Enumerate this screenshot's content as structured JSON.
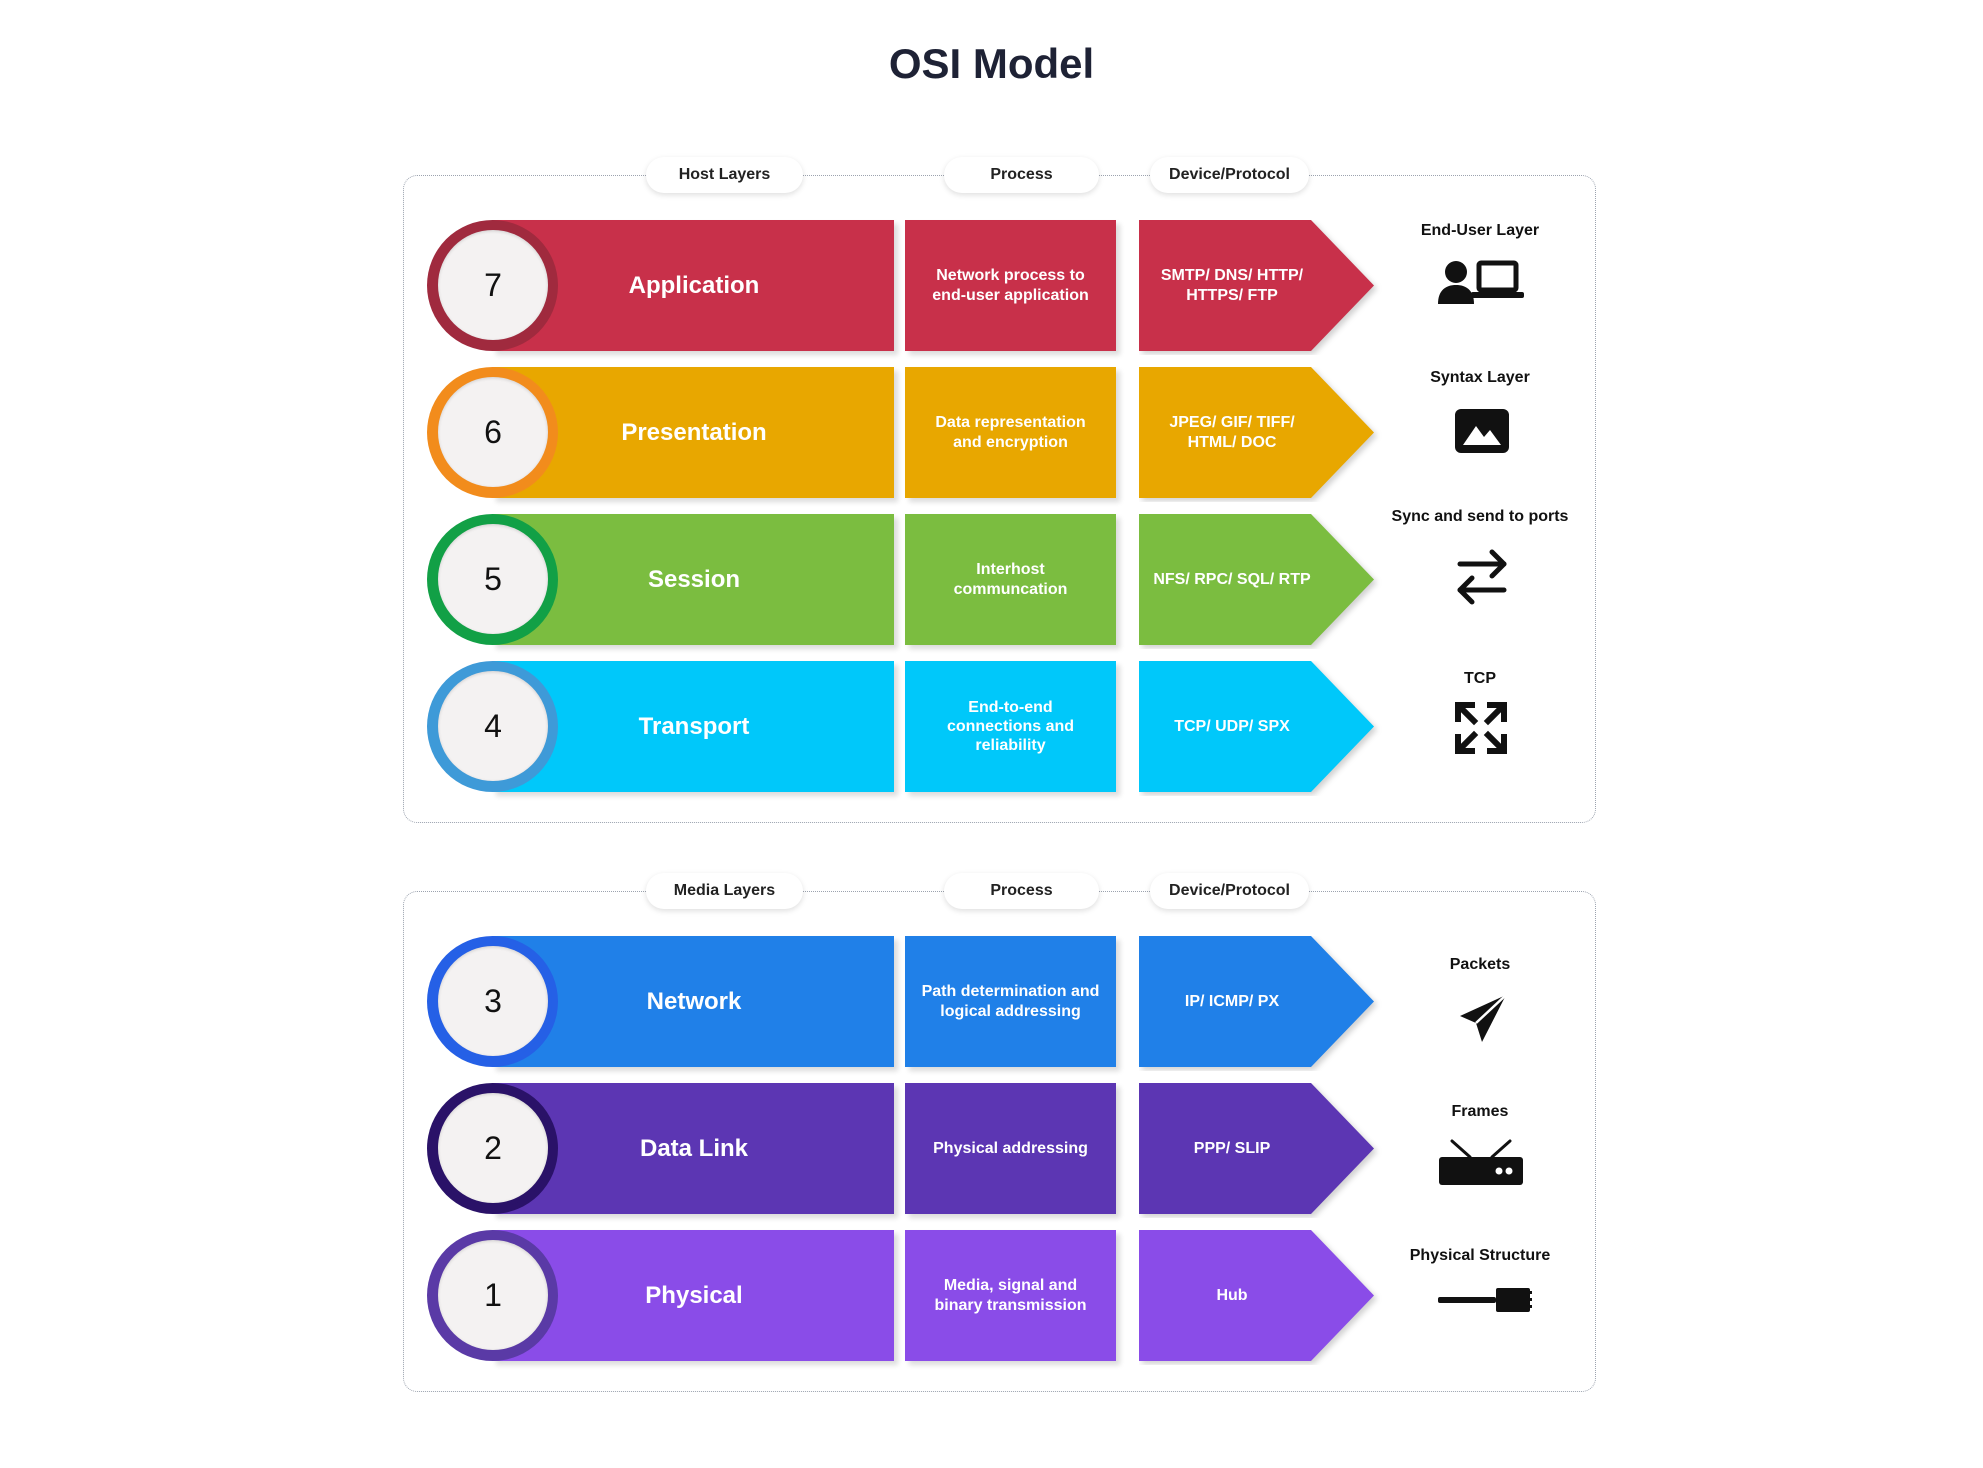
{
  "title": "OSI Model",
  "host_panel": {
    "group_label": "Host Layers",
    "process_label": "Process",
    "device_label": "Device/Protocol",
    "rows": [
      {
        "number": "7",
        "name": "Application",
        "process": "Network process to end-user application",
        "protocol": "SMTP/ DNS/ HTTP/ HTTPS/ FTP",
        "side_label": "End-User Layer",
        "icon": "user-laptop-icon",
        "color": "#c8304a",
        "ring_color": "#a02a3e"
      },
      {
        "number": "6",
        "name": "Presentation",
        "process": "Data representation and encryption",
        "protocol": "JPEG/ GIF/ TIFF/ HTML/ DOC",
        "side_label": "Syntax Layer",
        "icon": "image-icon",
        "color": "#e8a700",
        "ring_color": "#f28c1c"
      },
      {
        "number": "5",
        "name": "Session",
        "process": "Interhost communcation",
        "protocol": "NFS/ RPC/ SQL/ RTP",
        "side_label": "Sync and send to ports",
        "icon": "swap-arrows-icon",
        "color": "#7bbd40",
        "ring_color": "#12a046"
      },
      {
        "number": "4",
        "name": "Transport",
        "process": "End-to-end connections and reliability",
        "protocol": "TCP/ UDP/ SPX",
        "side_label": "TCP",
        "icon": "expand-arrows-icon",
        "color": "#00c8fa",
        "ring_color": "#3e9ad8"
      }
    ]
  },
  "media_panel": {
    "group_label": "Media Layers",
    "process_label": "Process",
    "device_label": "Device/Protocol",
    "rows": [
      {
        "number": "3",
        "name": "Network",
        "process": "Path determination and logical addressing",
        "protocol": "IP/ ICMP/ PX",
        "side_label": "Packets",
        "icon": "paper-plane-icon",
        "color": "#2080e8",
        "ring_color": "#2560e6"
      },
      {
        "number": "2",
        "name": "Data Link",
        "process": "Physical addressing",
        "protocol": "PPP/ SLIP",
        "side_label": "Frames",
        "icon": "router-icon",
        "color": "#5c36b3",
        "ring_color": "#2a1268"
      },
      {
        "number": "1",
        "name": "Physical",
        "process": "Media, signal and binary transmission",
        "protocol": "Hub",
        "side_label": "Physical Structure",
        "icon": "cable-plug-icon",
        "color": "#8a4ce8",
        "ring_color": "#5a3aa6"
      }
    ]
  }
}
